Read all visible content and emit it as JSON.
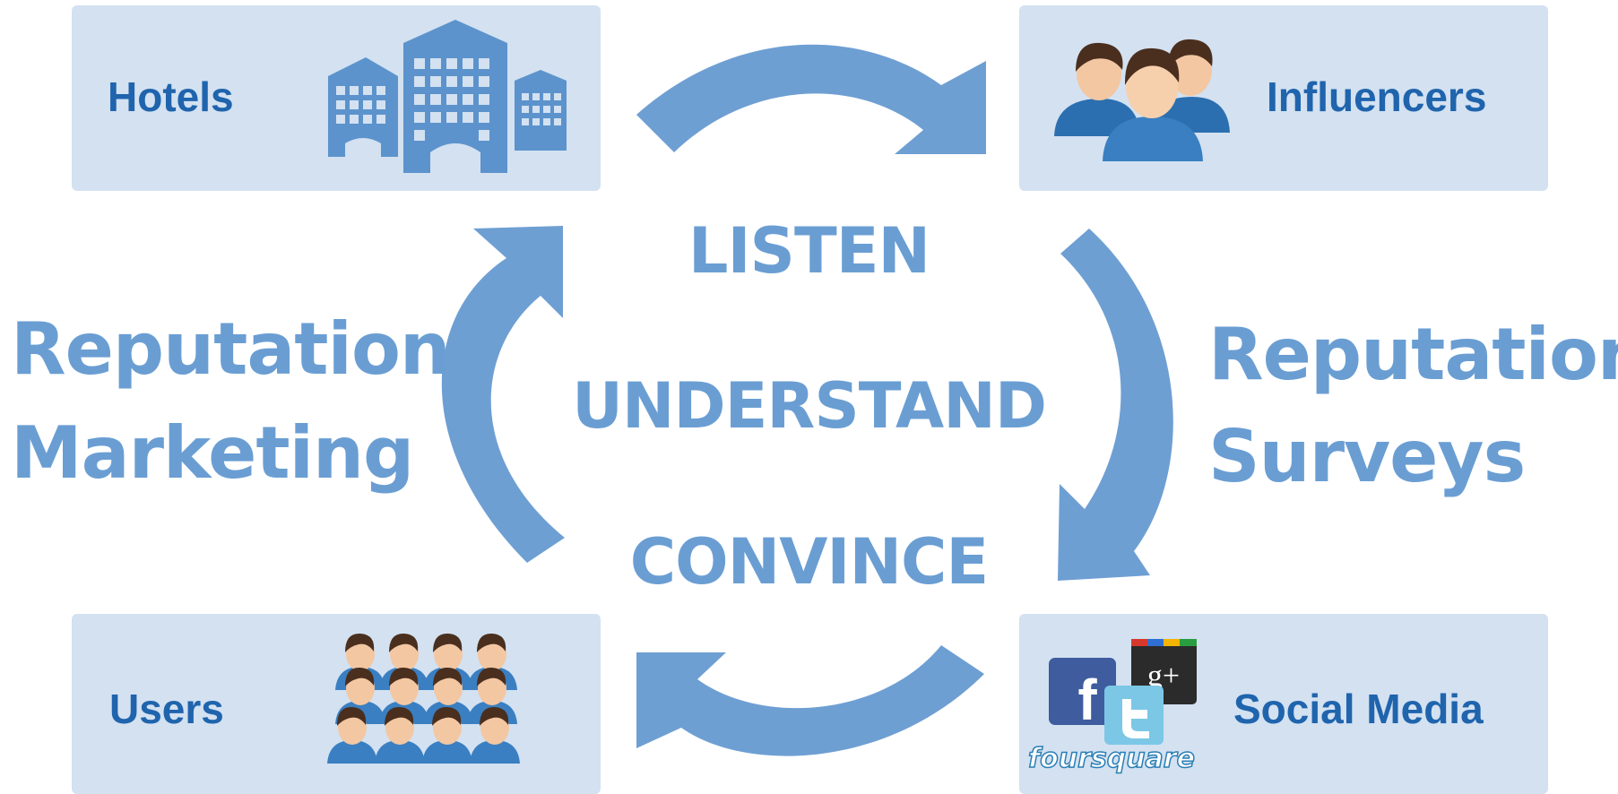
{
  "boxes": {
    "hotels": "Hotels",
    "influencers": "Influencers",
    "users": "Users",
    "social_media": "Social Media"
  },
  "left_label": {
    "line1": "Reputation",
    "line2": "Marketing"
  },
  "right_label": {
    "line1": "Reputation",
    "line2": "Surveys"
  },
  "center_words": [
    "LISTEN",
    "UNDERSTAND",
    "CONVINCE"
  ],
  "social_logos": {
    "google_plus": "g+",
    "facebook": "f",
    "foursquare": "foursquare"
  },
  "colors": {
    "box_bg": "#d3e1f1",
    "box_text": "#1f64ad",
    "arrow": "#6e9fd3",
    "label": "#6a9ed3"
  },
  "icons": {
    "hotels": "buildings-icon",
    "influencers": "people-group-icon",
    "users": "crowd-icon",
    "social_media": "social-logos-icon"
  }
}
